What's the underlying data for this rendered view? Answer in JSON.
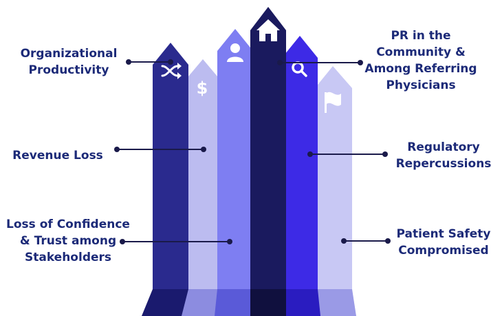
{
  "labels": {
    "organizational_productivity": "Organizational\nProductivity",
    "revenue_loss": "Revenue Loss",
    "loss_of_confidence": "Loss of Confidence\n& Trust among\nStakeholders",
    "pr_in_community": "PR in the\nCommunity &\nAmong Referring\nPhysicians",
    "regulatory_repercussions": "Regulatory\nRepercussions",
    "patient_safety": "Patient Safety\nCompromised"
  },
  "icons": {
    "arrow1": "shuffle-icon",
    "arrow2": "dollar-icon",
    "arrow3": "user-icon",
    "arrow4": "home-icon",
    "arrow5": "search-icon",
    "arrow6": "flag-icon"
  },
  "colors": {
    "text": "#1c2a78",
    "arrow1": "#2a2a8e",
    "arrow2": "#bcbcf0",
    "arrow3": "#7e7ef2",
    "arrow4": "#1a1a5e",
    "arrow5": "#3d2ae6",
    "arrow6": "#c8c8f4",
    "connector": "#1a1a4a"
  }
}
